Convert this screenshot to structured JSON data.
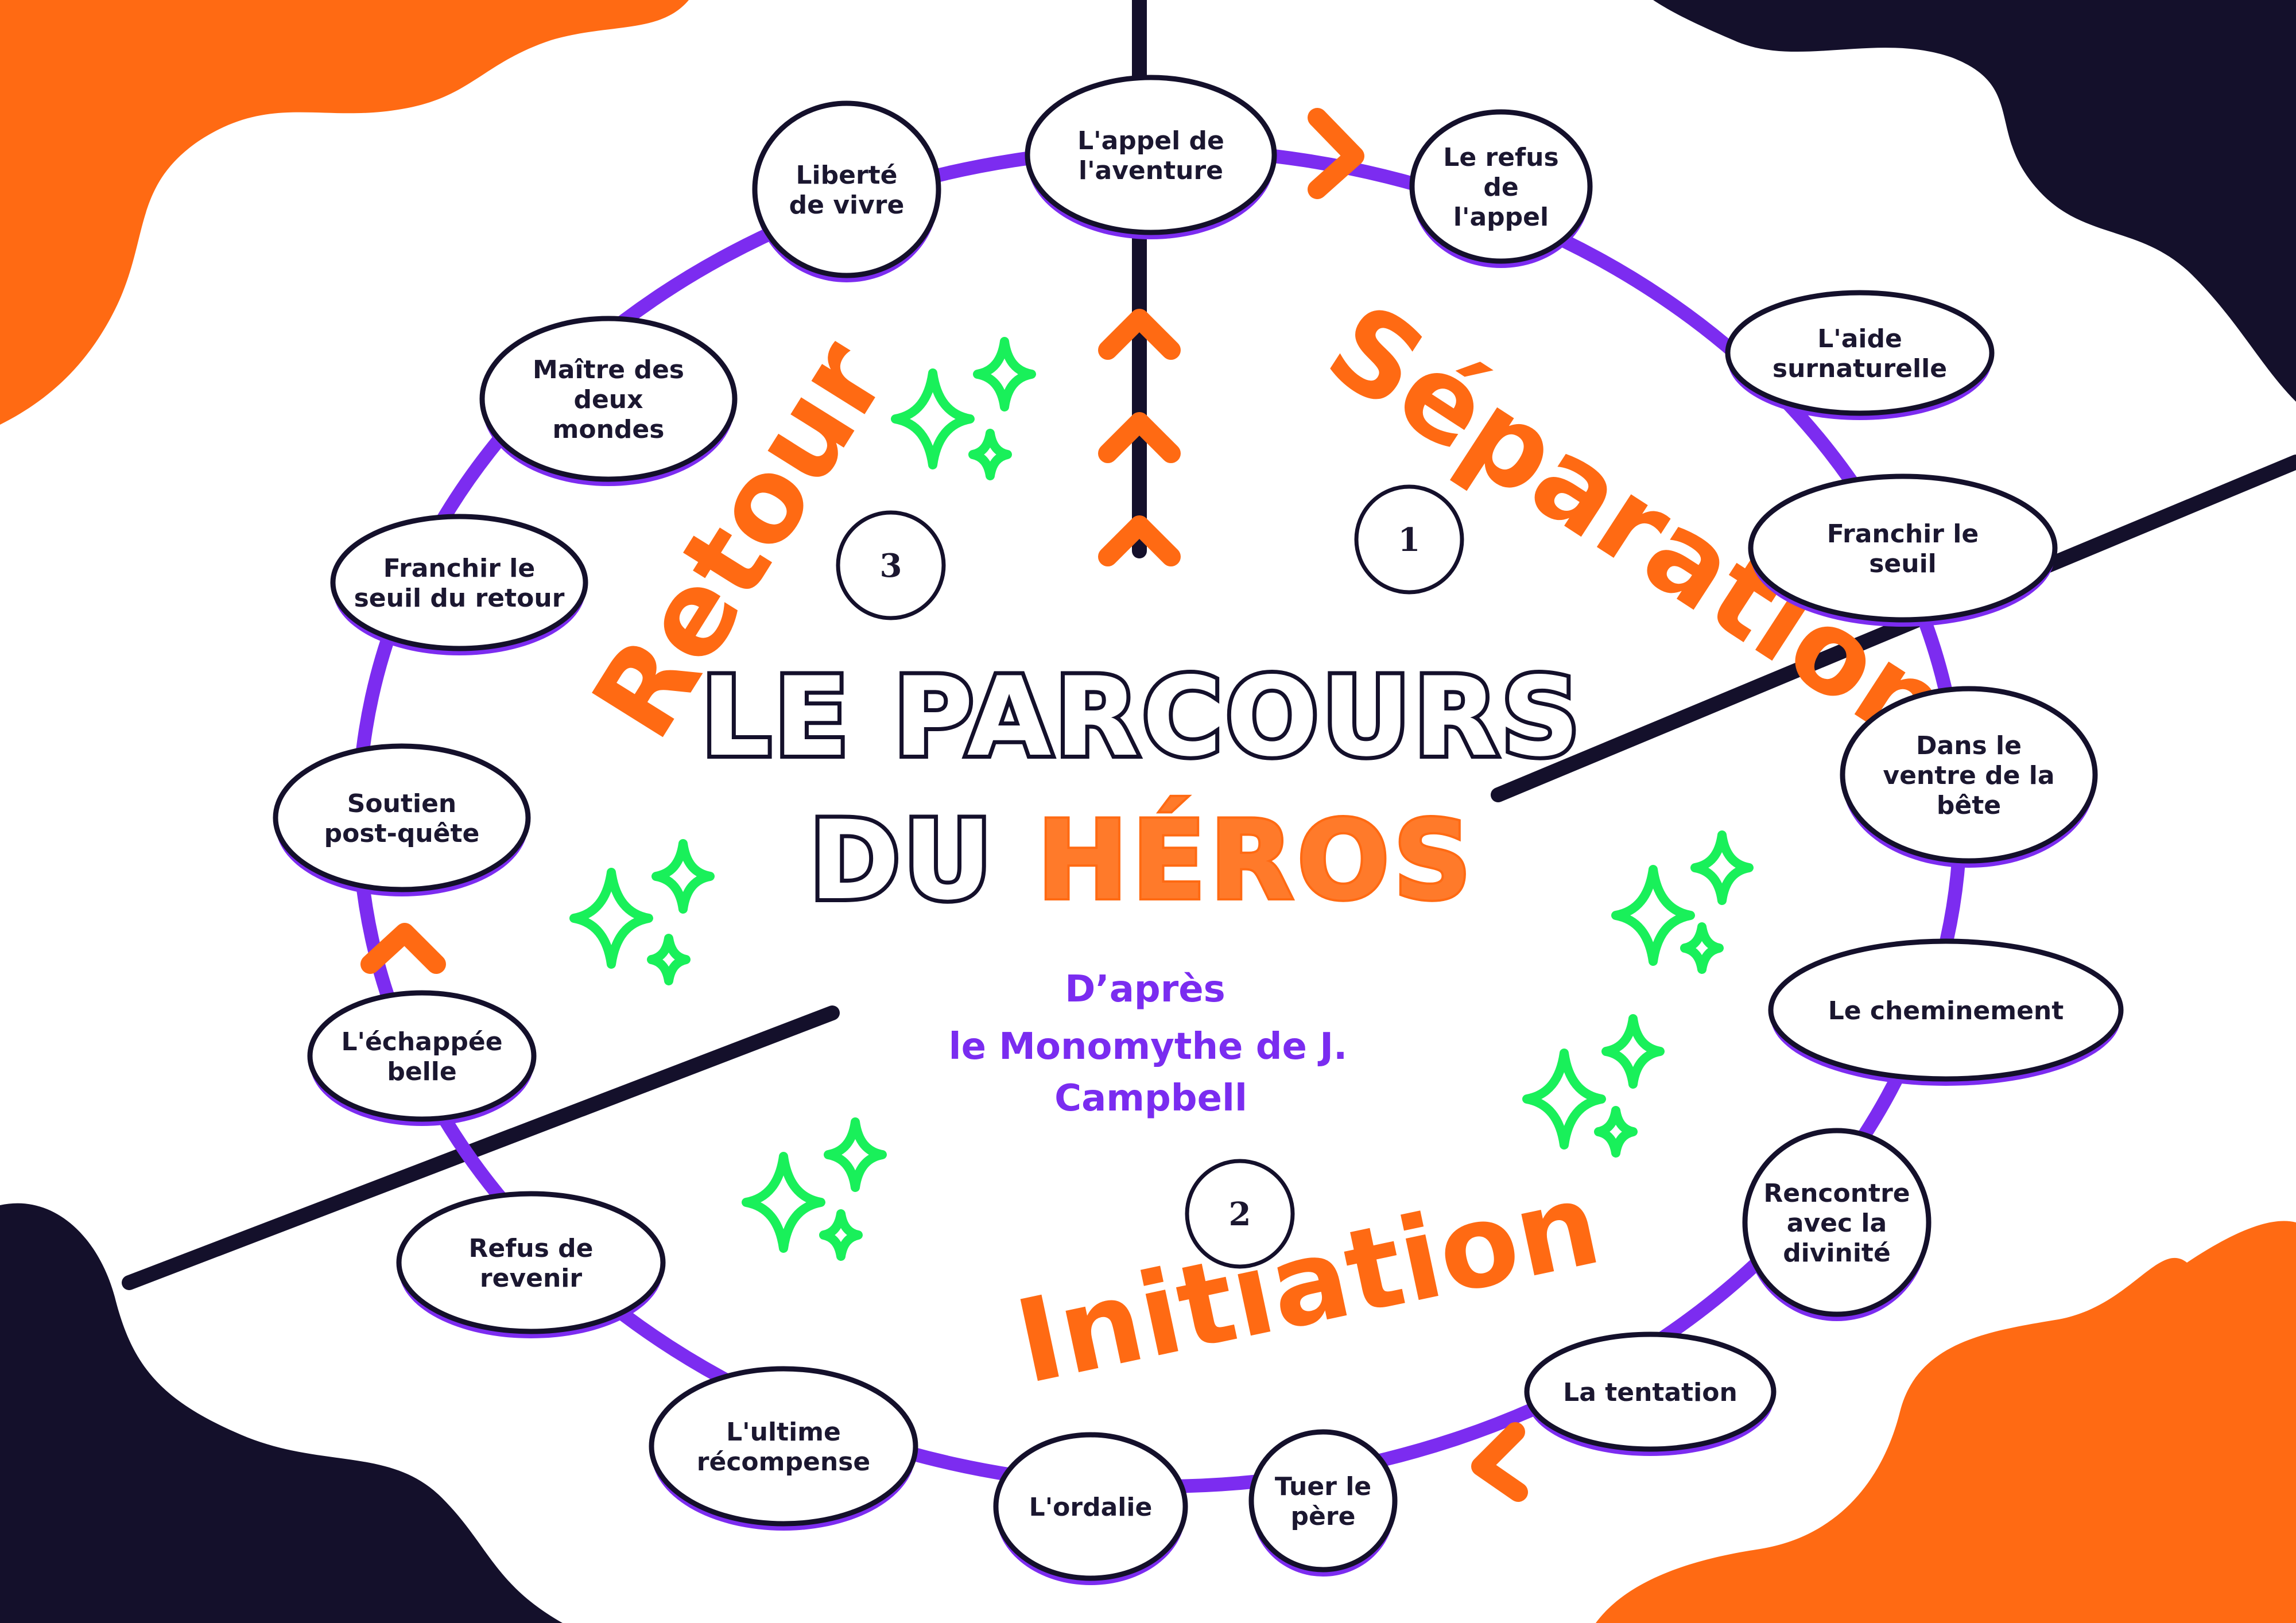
{
  "title": {
    "line1": "LE PARCOURS",
    "line2_part1": "DU",
    "line2_part2": "HÉROS"
  },
  "subtitle": {
    "line1": "D’après",
    "line2": "le Monomythe de J.",
    "line3": "Campbell"
  },
  "phases": {
    "separation": "Séparation",
    "initiation": "Initiation",
    "retour": "Retour"
  },
  "phase_numbers": {
    "one": "1",
    "two": "2",
    "three": "3"
  },
  "stages": [
    {
      "label": [
        "L'appel de",
        "l'aventure"
      ]
    },
    {
      "label": [
        "Le refus",
        "de",
        "l'appel"
      ]
    },
    {
      "label": [
        "L'aide",
        "surnaturelle"
      ]
    },
    {
      "label": [
        "Franchir le",
        "seuil"
      ]
    },
    {
      "label": [
        "Dans le",
        "ventre de la",
        "bête"
      ]
    },
    {
      "label": [
        "Le cheminement"
      ]
    },
    {
      "label": [
        "Rencontre",
        "avec la",
        "divinité"
      ]
    },
    {
      "label": [
        "La tentation"
      ]
    },
    {
      "label": [
        "Tuer le",
        "père"
      ]
    },
    {
      "label": [
        "L'ordalie"
      ]
    },
    {
      "label": [
        "L'ultime",
        "récompense"
      ]
    },
    {
      "label": [
        "Refus de",
        "revenir"
      ]
    },
    {
      "label": [
        "L'échappée",
        "belle"
      ]
    },
    {
      "label": [
        "Soutien",
        "post-quête"
      ]
    },
    {
      "label": [
        "Franchir le",
        "seuil du retour"
      ]
    },
    {
      "label": [
        "Maître des",
        "deux",
        "mondes"
      ]
    },
    {
      "label": [
        "Liberté",
        "de vivre"
      ]
    }
  ],
  "colors": {
    "orange": "#ff6a13",
    "navy": "#14102b",
    "purple": "#7c2cf0",
    "green": "#19f05a",
    "subtitle_purple": "#7a2cf0"
  }
}
